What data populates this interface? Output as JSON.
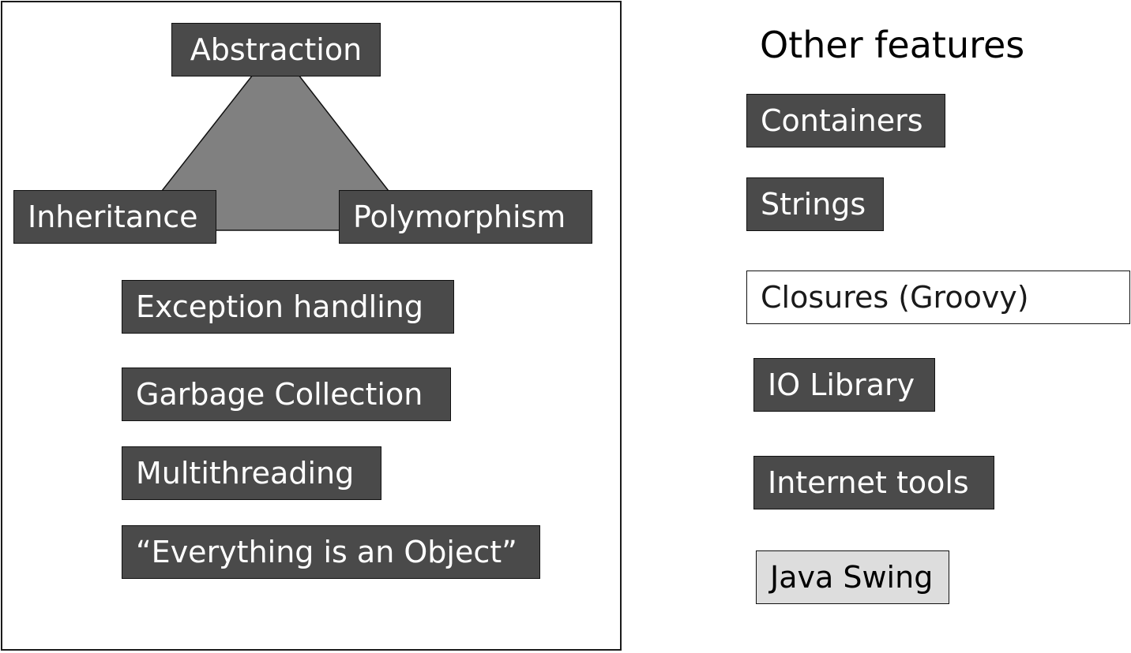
{
  "oop_core": {
    "top": "Abstraction",
    "left": "Inheritance",
    "right": "Polymorphism"
  },
  "core_features": {
    "exceptions": "Exception handling",
    "gc": "Garbage Collection",
    "threads": "Multithreading",
    "objects": "“Everything is an Object”"
  },
  "other": {
    "heading": "Other features",
    "containers": "Containers",
    "strings": "Strings",
    "closures": "Closures (Groovy)",
    "io": "IO Library",
    "internet": "Internet tools",
    "swing": "Java Swing"
  },
  "colors": {
    "box_dark": "#4a4a4a",
    "triangle": "#808080",
    "box_light": "#dddddd",
    "box_white": "#ffffff"
  }
}
